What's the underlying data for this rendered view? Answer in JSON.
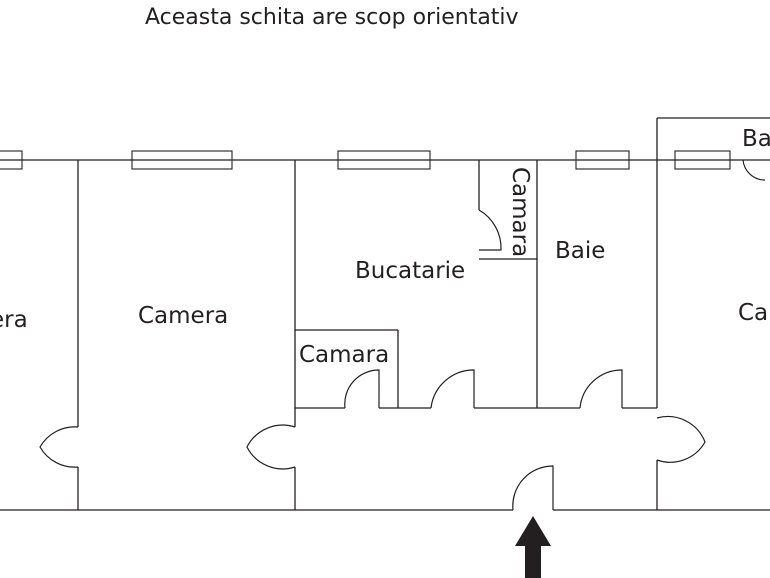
{
  "note": "Aceasta schita are scop orientativ",
  "rooms": {
    "camera_left": "era",
    "camera_main": "Camera",
    "bucatarie": "Bucatarie",
    "camara_vertical": "Camara",
    "baie": "Baie",
    "camara_small": "Camara",
    "baie_right": "Ba",
    "camera_right": "Ca"
  },
  "colors": {
    "line": "#231f20",
    "background": "#ffffff"
  },
  "icons": {
    "entrance": "entrance-arrow-icon"
  }
}
